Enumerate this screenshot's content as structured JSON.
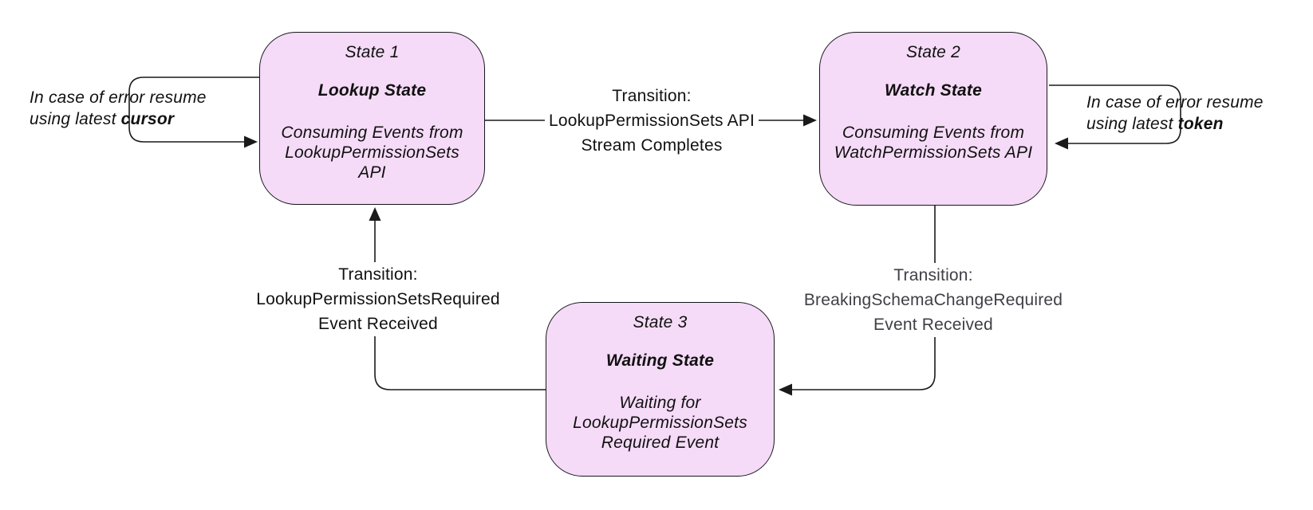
{
  "diagram": {
    "type": "state-machine",
    "states": [
      {
        "title": "State 1",
        "name": "Lookup State",
        "description": "Consuming Events from LookupPermissionSets API"
      },
      {
        "title": "State 2",
        "name": "Watch State",
        "description": "Consuming Events from WatchPermissionSets API"
      },
      {
        "title": "State 3",
        "name": "Waiting State",
        "description": "Waiting for LookupPermissionSets Required Event"
      }
    ],
    "transitions": [
      {
        "from": "State 1",
        "to": "State 2",
        "line1": "Transition:",
        "line2": "LookupPermissionSets API",
        "line3": "Stream Completes"
      },
      {
        "from": "State 2",
        "to": "State 3",
        "line1": "Transition:",
        "line2": "BreakingSchemaChangeRequired",
        "line3": "Event Received"
      },
      {
        "from": "State 3",
        "to": "State 1",
        "line1": "Transition:",
        "line2": "LookupPermissionSetsRequired",
        "line3": "Event Received"
      }
    ],
    "error_loops": [
      {
        "state": "State 1",
        "line1": "In case of error resume",
        "line2_prefix": "using latest ",
        "bold_word": "cursor"
      },
      {
        "state": "State 2",
        "line1": "In case of error resume",
        "line2_prefix": "using latest ",
        "bold_word": "token"
      }
    ],
    "colors": {
      "state_fill": "#f5dbf7",
      "state_border": "#16161a",
      "edge": "#1a1a1a",
      "label_text": "#111111",
      "label_text_muted": "#3f3f46",
      "background": "#ffffff"
    }
  }
}
